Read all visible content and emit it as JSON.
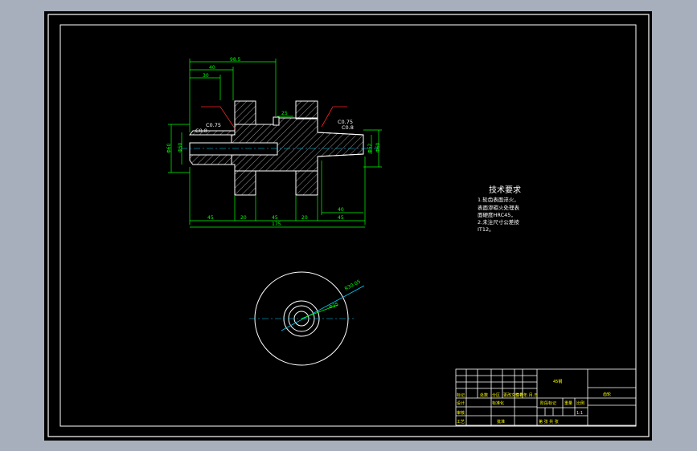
{
  "colors": {
    "window_bg": "#a7afbc",
    "paper": "#000000",
    "frame": "#ffffff",
    "dimension": "#00ff00",
    "centerline": "#00d0ff",
    "leader": "#ff2020",
    "title_text": "#ffff00"
  },
  "drawing": {
    "notes": {
      "title": "技术要求",
      "lines": [
        "1.轮齿表面淬火，",
        "表面渗碳火处理表",
        "面硬度HRC45，",
        "2.未注尺寸公差按",
        "IT12。"
      ]
    },
    "chamfers": {
      "left_top": "C0.75",
      "left_bottom": "C0.8",
      "right_top": "C0.75",
      "right_bottom": "C0.8"
    },
    "dimensions": {
      "top_overall": "98.5",
      "top_sub1": "40",
      "top_sub2": "30",
      "top_right_small": "25",
      "left_dia_outer": "Φ60",
      "left_dia_inner": "Φ50",
      "right_dia_outer": "Φ60",
      "right_dia_inner": "Φ52",
      "bottom_seg1": "45",
      "bottom_seg2": "20",
      "bottom_seg3": "45",
      "bottom_seg4": "20",
      "bottom_right": "45",
      "bottom_right_upper": "40",
      "bottom_overall": "175",
      "circle_radius": "R30.05",
      "circle_dia": "Φ35"
    },
    "title_block": {
      "part_name": "齿轮",
      "material": "45钢",
      "scale": "1:1",
      "sheet_info": "第 张  共 张",
      "roles": [
        "标记",
        "处数",
        "分区",
        "更改文件号",
        "签名",
        "年.月.日"
      ],
      "role_rows": [
        "设计",
        "审核",
        "工艺"
      ],
      "standard": "标准化",
      "approve": "批准",
      "stage": "阶段标记",
      "weight": "重量",
      "ratio": "比例"
    }
  }
}
